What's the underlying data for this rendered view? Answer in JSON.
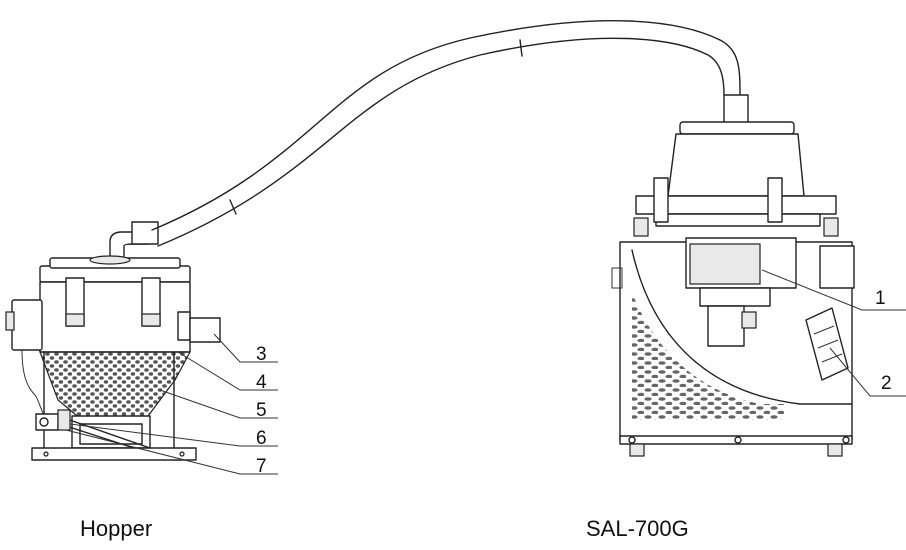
{
  "captions": {
    "left": "Hopper",
    "right": "SAL-700G"
  },
  "callouts": [
    "1",
    "2",
    "3",
    "4",
    "5",
    "6",
    "7"
  ],
  "colors": {
    "line": "#222222",
    "background": "#ffffff"
  }
}
